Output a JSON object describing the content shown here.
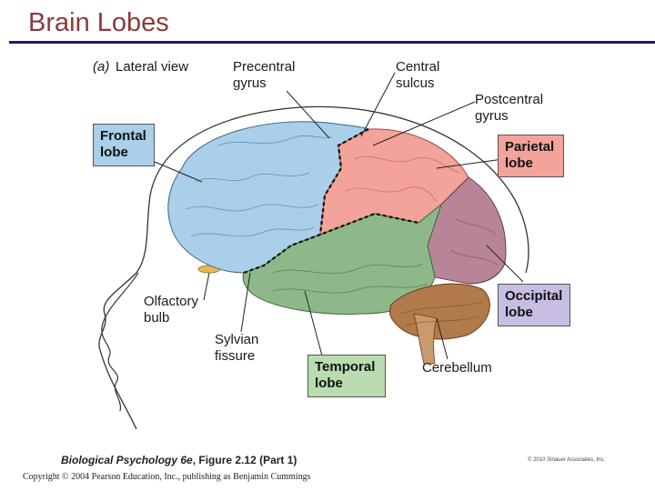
{
  "slide": {
    "title": "Brain Lobes",
    "copyright": "Copyright © 2004 Pearson Education, Inc., publishing as Benjamin Cummings"
  },
  "figure": {
    "panel_label": "(a)",
    "view_label": "Lateral view",
    "caption_book": "Biological Psychology 6e",
    "caption_rest": ", Figure 2.12 (Part 1)",
    "publisher_credit": "© 2010 Sinauer Associates, Inc."
  },
  "labels": {
    "precentral_1": "Precentral",
    "precentral_2": "gyrus",
    "central_1": "Central",
    "central_2": "sulcus",
    "postcentral_1": "Postcentral",
    "postcentral_2": "gyrus",
    "olfactory_1": "Olfactory",
    "olfactory_2": "bulb",
    "sylvian_1": "Sylvian",
    "sylvian_2": "fissure",
    "cerebellum": "Cerebellum"
  },
  "lobes": {
    "frontal": {
      "line1": "Frontal",
      "line2": "lobe",
      "color": "#a9cfe9"
    },
    "parietal": {
      "line1": "Parietal",
      "line2": "lobe",
      "color": "#f3a39a"
    },
    "occipital": {
      "line1": "Occipital",
      "line2": "lobe",
      "color": "#c8bde3"
    },
    "temporal": {
      "line1": "Temporal",
      "line2": "lobe",
      "color": "#b9dcb1"
    }
  }
}
